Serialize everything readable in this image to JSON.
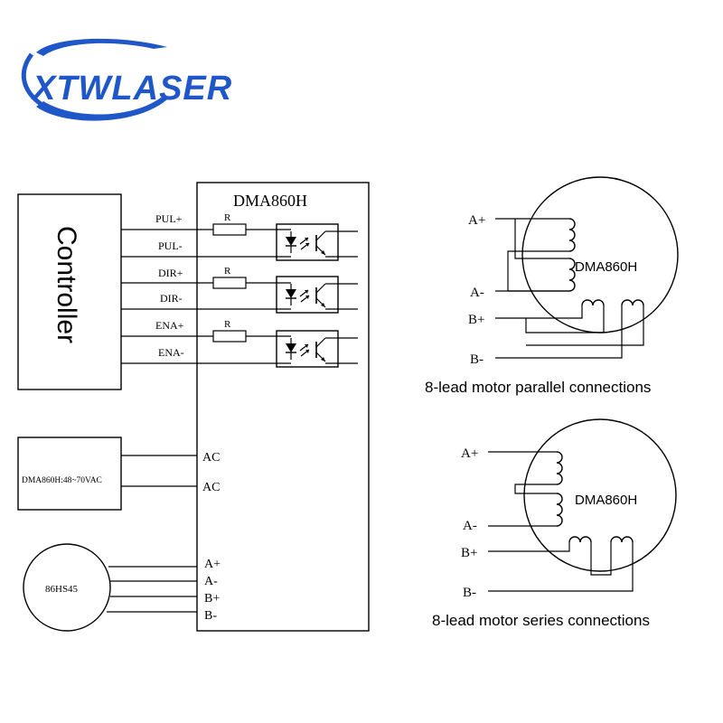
{
  "logo": {
    "text": "XTWLASER",
    "color": "#1f56c8"
  },
  "driver": {
    "title": "DMA860H"
  },
  "controller": {
    "label": "Controller"
  },
  "signals": {
    "pul_plus": "PUL+",
    "pul_minus": "PUL-",
    "dir_plus": "DIR+",
    "dir_minus": "DIR-",
    "ena_plus": "ENA+",
    "ena_minus": "ENA-",
    "resistor": "R"
  },
  "power": {
    "label": "DMA860H:48~70VAC",
    "ac1": "AC",
    "ac2": "AC"
  },
  "motor": {
    "label": "86HS45",
    "a_plus": "A+",
    "a_minus": "A-",
    "b_plus": "B+",
    "b_minus": "B-"
  },
  "parallel": {
    "motor_label": "DMA860H",
    "caption": "8-lead motor parallel connections",
    "a_plus": "A+",
    "a_minus": "A-",
    "b_plus": "B+",
    "b_minus": "B-"
  },
  "series": {
    "motor_label": "DMA860H",
    "caption": "8-lead motor series connections",
    "a_plus": "A+",
    "a_minus": "A-",
    "b_plus": "B+",
    "b_minus": "B-"
  },
  "colors": {
    "line": "#000000",
    "logo": "#1f56c8"
  }
}
